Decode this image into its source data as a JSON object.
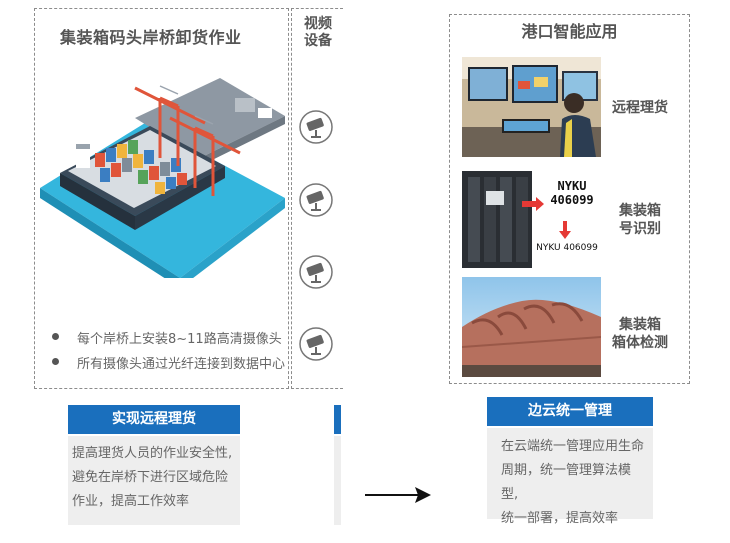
{
  "left": {
    "title": "集装箱码头岸桥卸货作业",
    "bullets": [
      "每个岸桥上安装8~11路高清摄像头",
      "所有摄像头通过光纤连接到数据中心"
    ]
  },
  "video": {
    "title": "视频设备"
  },
  "remote": {
    "header": "实现远程理货",
    "lines": [
      "提高理货人员的作业安全性,",
      "避免在岸桥下进行区域危险",
      "作业，提高工作效率"
    ]
  },
  "right": {
    "title": "港口智能应用",
    "apps": [
      {
        "label_lines": [
          "远程理货"
        ]
      },
      {
        "label_lines": [
          "集装箱",
          "号识别"
        ]
      },
      {
        "label_lines": [
          "集装箱",
          "箱体检测"
        ]
      }
    ],
    "ocr_sample": {
      "big_lines": [
        "NYKU",
        "406099"
      ],
      "small": "NYKU 406099"
    }
  },
  "edge": {
    "header": "边云统一管理",
    "lines": [
      "在云端统一管理应用生命",
      "周期，统一管理算法模型,",
      "统一部署，提高效率"
    ]
  },
  "colors": {
    "accent_blue": "#1a6fbd",
    "water": "#34b6dd",
    "crane_red": "#e0553a"
  }
}
